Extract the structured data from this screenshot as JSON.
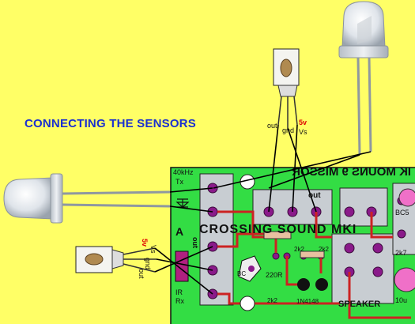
{
  "heading": "CONNECTING THE SENSORS",
  "colors": {
    "background": "#ffff66",
    "heading": "#1a2fd0",
    "pcb": "#33dd44",
    "pad": "#8a1a8a",
    "track": "#cc2222",
    "label_red": "#dd0000"
  },
  "receiver_top": {
    "pins": [
      "out",
      "gnd",
      "Vs"
    ],
    "voltage": "5v"
  },
  "receiver_left": {
    "pins": [
      "Vs",
      "gnd",
      "out"
    ],
    "voltage": "5v"
  },
  "board": {
    "title": "CROSSING SOUND MKI",
    "label_tx_freq": "40kHz",
    "label_tx": "Tx",
    "label_a": "A",
    "label_ir": "IR",
    "label_rx": "Rx",
    "label_out_top": "out",
    "label_out_left": "out",
    "label_r_220": "220R",
    "label_r_2k2_a": "2k2",
    "label_r_2k2_b": "2k2",
    "label_r_2k2_c": "2k2",
    "label_diode": "1N4148",
    "label_speaker": "SPEAKER",
    "label_bc5": "BC5",
    "label_2k7": "2k7",
    "label_10u": "10u",
    "label_bc_left": "BC",
    "mirror_text": "IK MOUNS 9 MISSOR"
  }
}
